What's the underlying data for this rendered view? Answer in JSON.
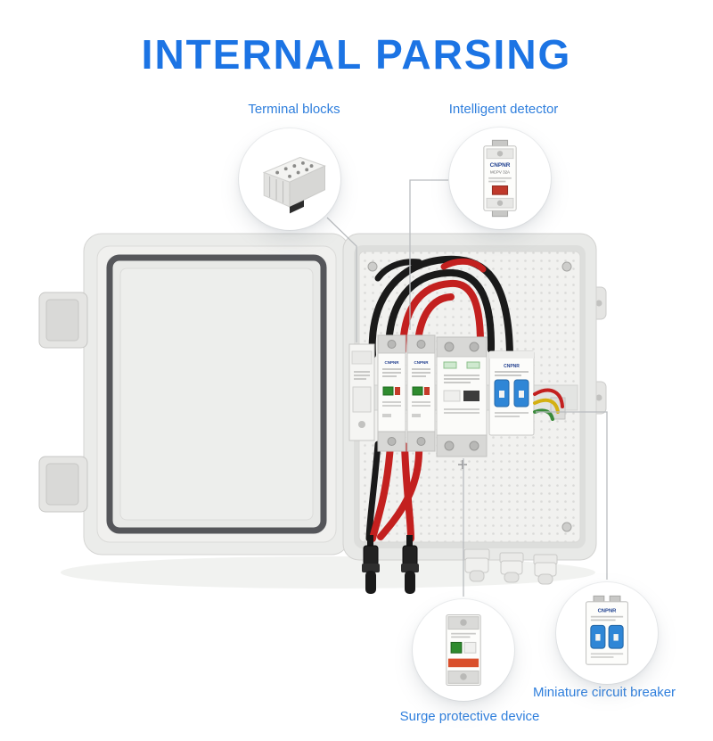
{
  "title": "INTERNAL PARSING",
  "labels": {
    "terminal_blocks": "Terminal blocks",
    "intelligent_detector": "Intelligent detector",
    "miniature_circuit_breaker": "Miniature circuit breaker",
    "surge_protective_device": "Surge protective device"
  },
  "device_text": {
    "brand": "CNPNR",
    "detector_model": "MCPV 32A"
  },
  "colors": {
    "title_blue": "#1c74e4",
    "label_blue": "#2f7fdd",
    "callout_line": "#b9bcbf",
    "wire_red": "#c3201f",
    "wire_black": "#1a1a1a",
    "toggle_blue": "#2f86d6",
    "indicator_green": "#2e8b2e",
    "spd_band_red": "#d94f2b",
    "enclosure_grey": "#e8e9e7"
  }
}
